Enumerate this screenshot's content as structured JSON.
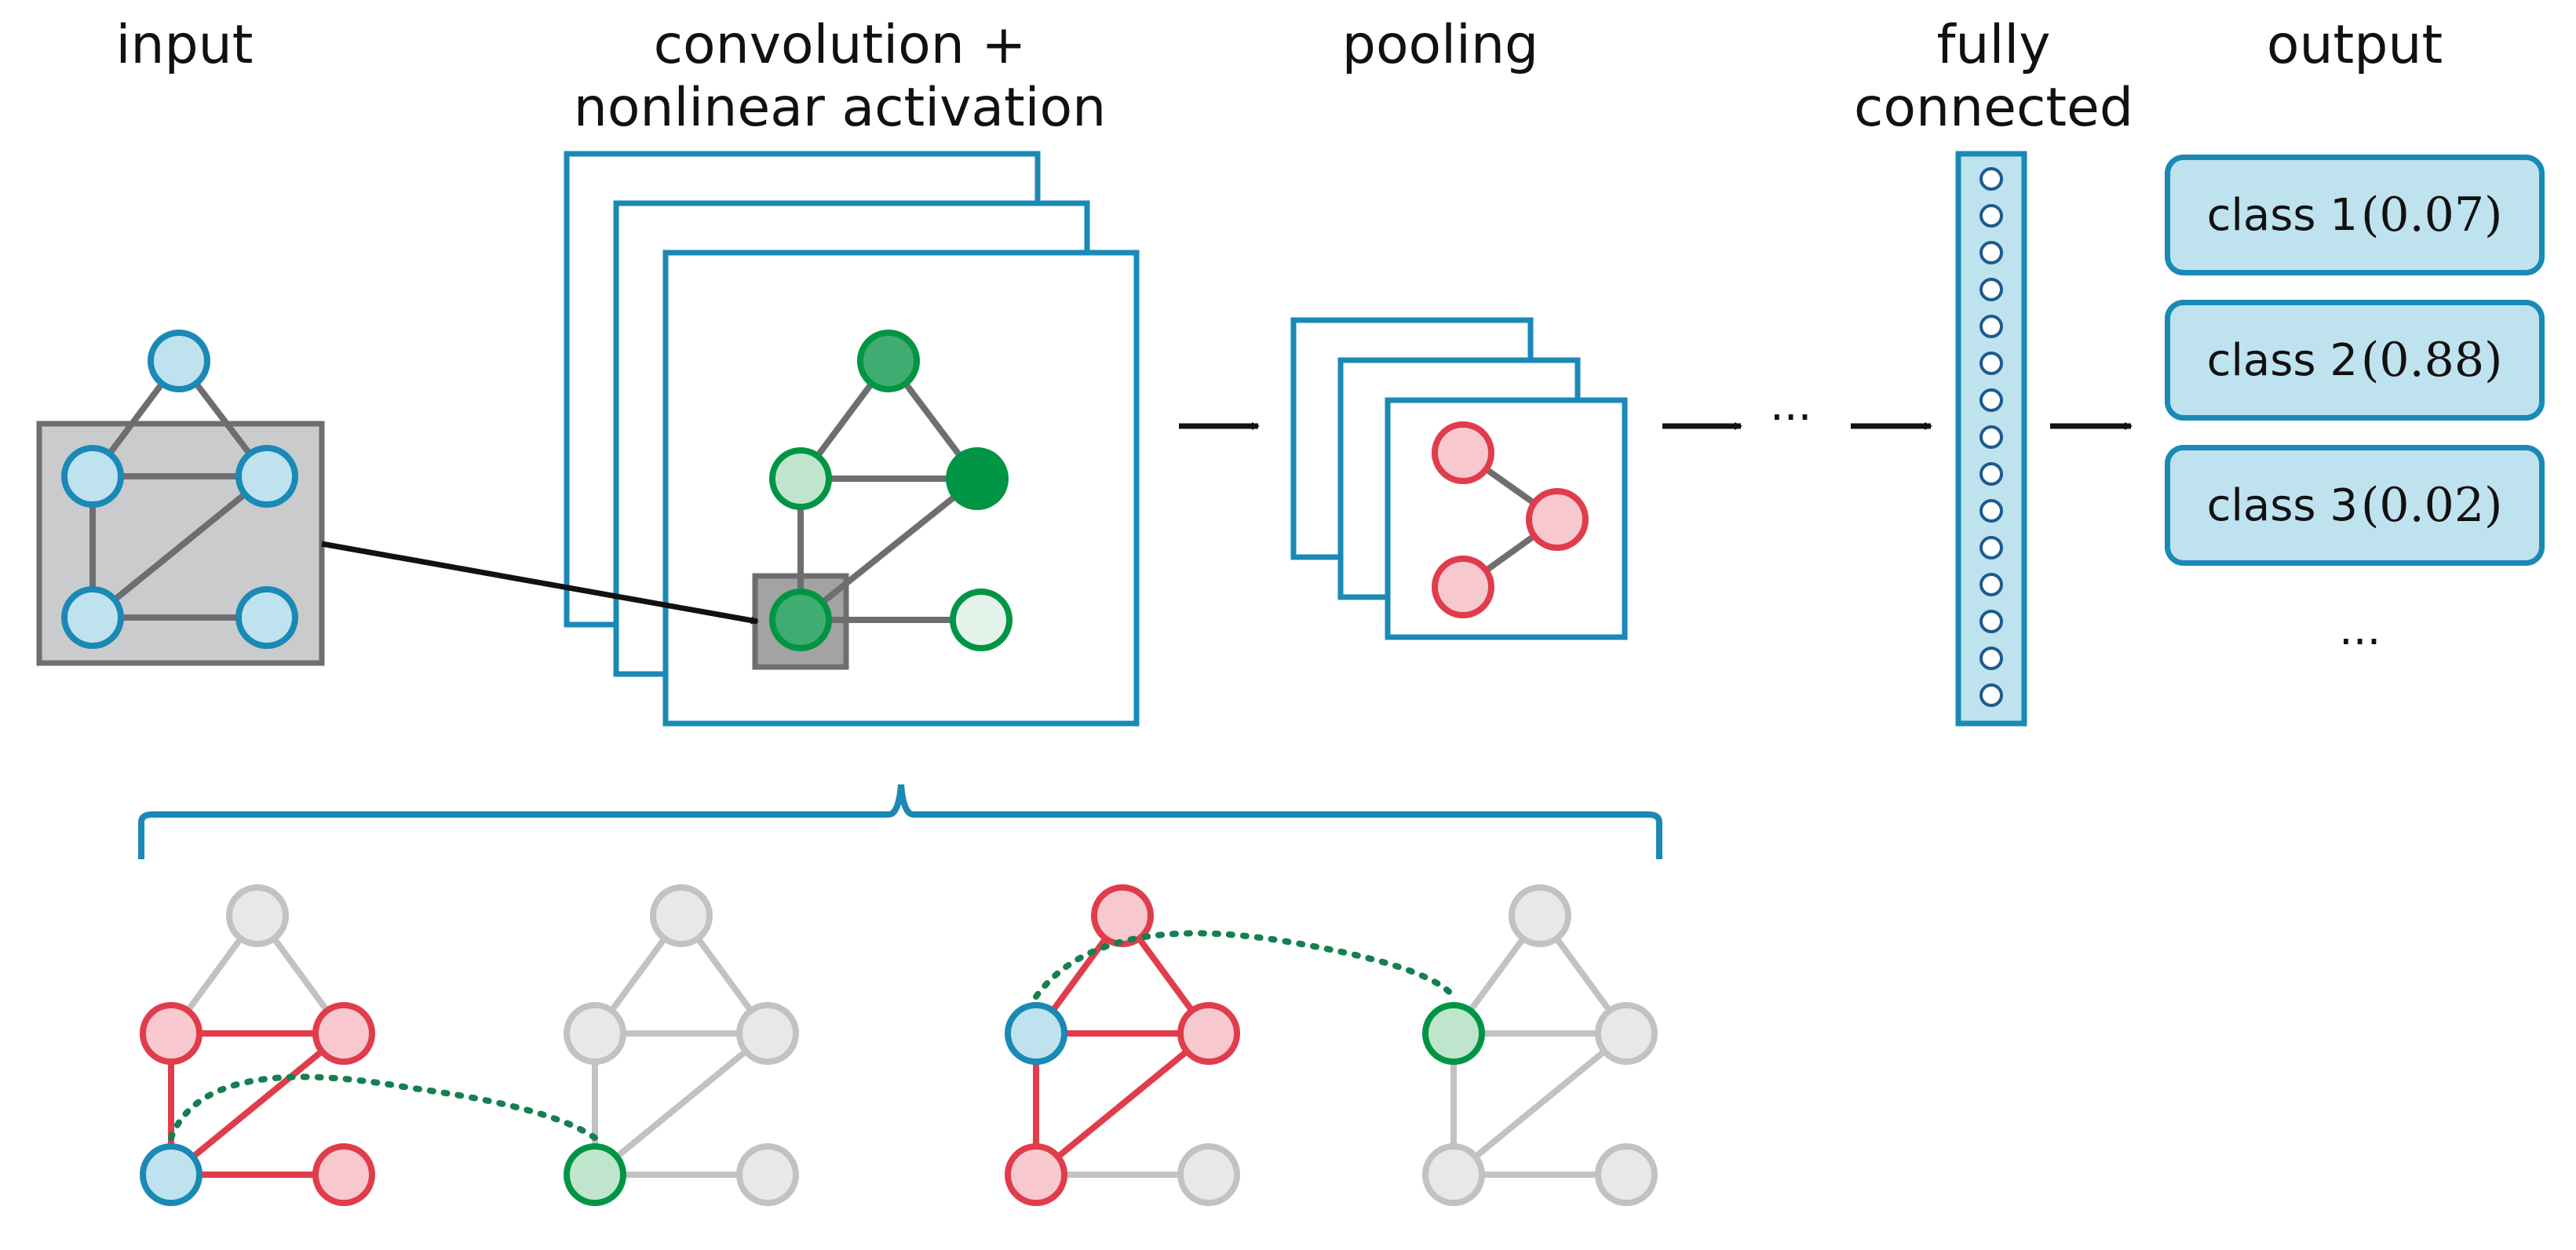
{
  "stages": {
    "input": "input",
    "convolution_line1": "convolution +",
    "convolution_line2": "nonlinear activation",
    "pooling": "pooling",
    "fully_connected_line1": "fully",
    "fully_connected_line2": "connected",
    "output": "output"
  },
  "flow_ellipsis": "···",
  "output_ellipsis": "...",
  "classes": [
    {
      "label": "class 1",
      "prob": "(0.07)"
    },
    {
      "label": "class 2",
      "prob": "(0.88)"
    },
    {
      "label": "class 3",
      "prob": "(0.02)"
    }
  ],
  "colors": {
    "frame_blue": "#1a89b5",
    "node_blue_fill": "#bfe2ef",
    "node_red_fill": "#f7c9cf",
    "node_red_stroke": "#e03c4b",
    "node_green_dark": "#009544",
    "node_green_mid": "#41ac72",
    "node_green_light": "#bfe5cc",
    "node_green_pale": "#e5f4ea",
    "node_gray_fill": "#e8e8e8",
    "node_gray_stroke": "#c2c2c2",
    "edge_gray": "#6e6e70",
    "dotted_green": "#167f50"
  }
}
